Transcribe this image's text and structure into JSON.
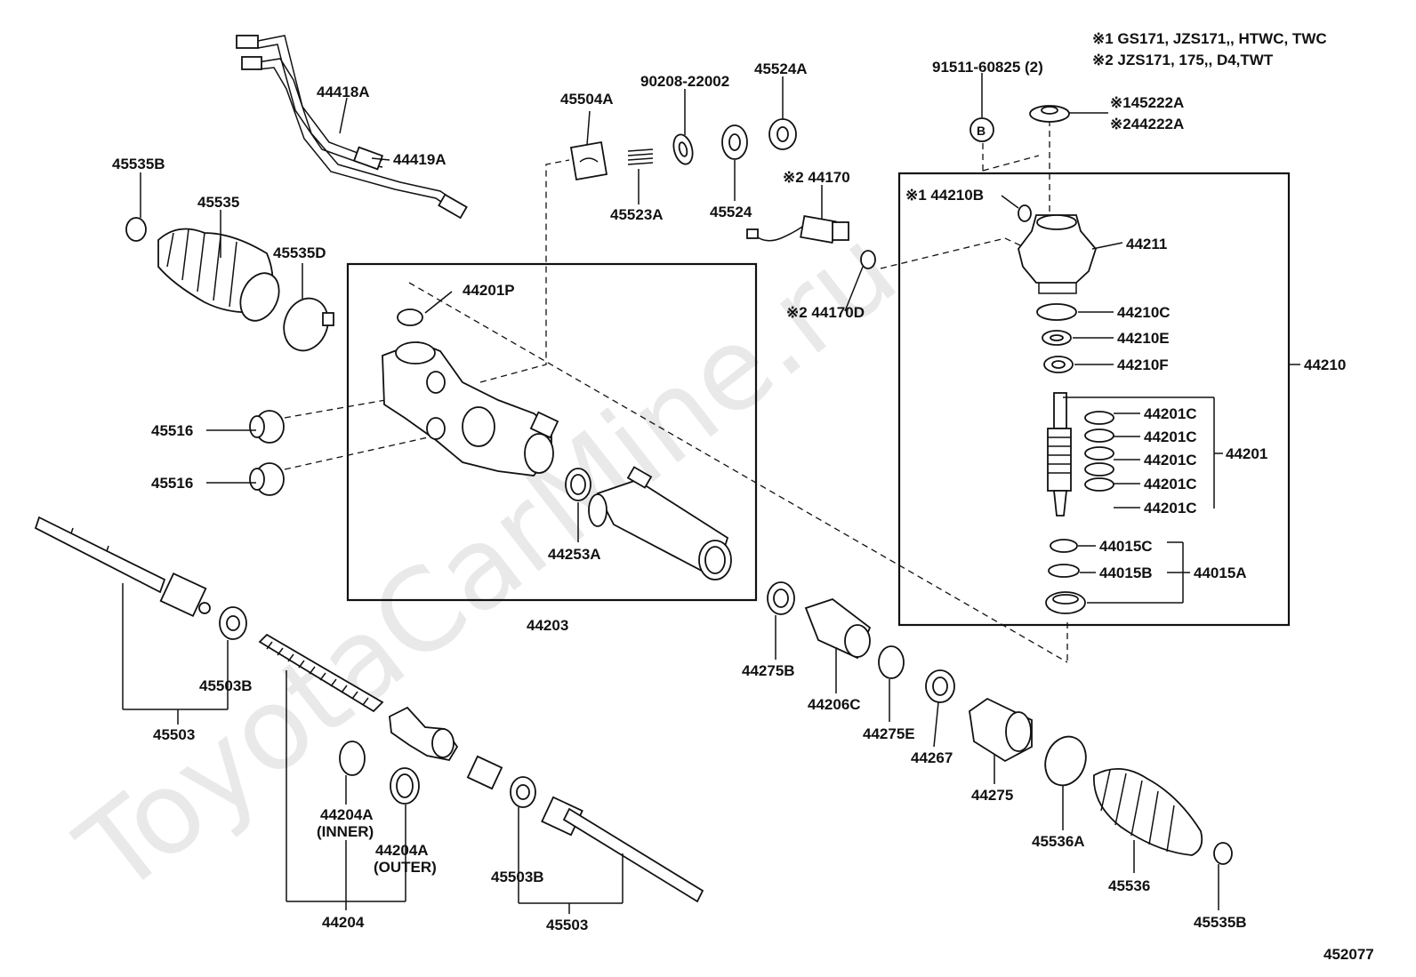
{
  "watermark": "ToyotaCarMine.ru",
  "notes": {
    "note1": "※1 GS171, JZS171,, HTWC, TWC",
    "note2": "※2 JZS171, 175,, D4,TWT"
  },
  "circle_ref": "B",
  "labels": {
    "p44418A": "44418A",
    "p44419A": "44419A",
    "p45535B_top": "45535B",
    "p45535": "45535",
    "p45535D": "45535D",
    "p45504A": "45504A",
    "p90208": "90208-22002",
    "p45524A": "45524A",
    "p45523A": "45523A",
    "p45524": "45524",
    "p91511": "91511-60825 (2)",
    "p45222A": "※145222A",
    "p44222A": "※244222A",
    "p44170": "※2 44170",
    "p44170D": "※2 44170D",
    "p44210B": "※1 44210B",
    "p44211": "44211",
    "p44210C": "44210C",
    "p44210E": "44210E",
    "p44210F": "44210F",
    "p44210": "44210",
    "p44201C_1": "44201C",
    "p44201C_2": "44201C",
    "p44201C_3": "44201C",
    "p44201C_4": "44201C",
    "p44201C_5": "44201C",
    "p44201": "44201",
    "p44015C": "44015C",
    "p44015B": "44015B",
    "p44015A": "44015A",
    "p44201P": "44201P",
    "p45516_a": "45516",
    "p45516_b": "45516",
    "p44253A": "44253A",
    "p44203": "44203",
    "p45503B_left": "45503B",
    "p45503_left": "45503",
    "p44204A_inner": "44204A",
    "p44204A_inner_sub": "(INNER)",
    "p44204A_outer": "44204A",
    "p44204A_outer_sub": "(OUTER)",
    "p44204": "44204",
    "p45503B_mid": "45503B",
    "p45503_mid": "45503",
    "p44275B": "44275B",
    "p44206C": "44206C",
    "p44275E": "44275E",
    "p44267": "44267",
    "p44275": "44275",
    "p45536A": "45536A",
    "p45536": "45536",
    "p45535B_bottom": "45535B",
    "figure_number": "452077"
  }
}
